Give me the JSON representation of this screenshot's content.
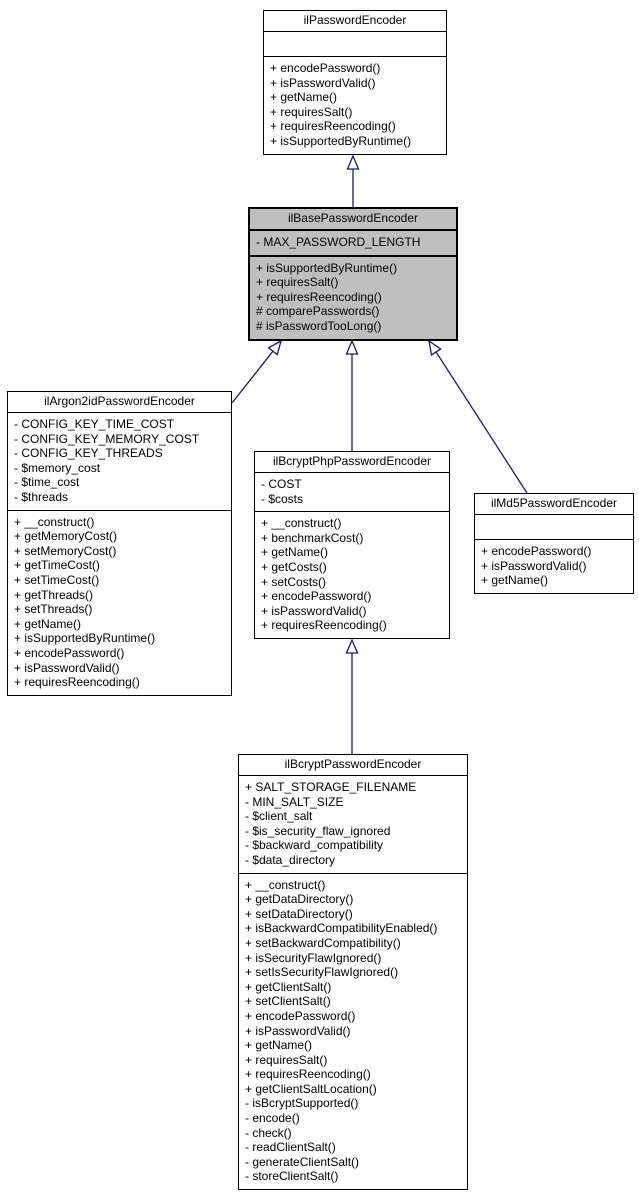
{
  "classes": [
    {
      "name": "ilPasswordEncoder",
      "highlighted": false,
      "attributes": [],
      "methods": [
        "+ encodePassword()",
        "+ isPasswordValid()",
        "+ getName()",
        "+ requiresSalt()",
        "+ requiresReencoding()",
        "+ isSupportedByRuntime()"
      ]
    },
    {
      "name": "ilBasePasswordEncoder",
      "highlighted": true,
      "attributes": [
        "- MAX_PASSWORD_LENGTH"
      ],
      "methods": [
        "+ isSupportedByRuntime()",
        "+ requiresSalt()",
        "+ requiresReencoding()",
        "# comparePasswords()",
        "# isPasswordTooLong()"
      ]
    },
    {
      "name": "ilArgon2idPasswordEncoder",
      "highlighted": false,
      "attributes": [
        "- CONFIG_KEY_TIME_COST",
        "- CONFIG_KEY_MEMORY_COST",
        "- CONFIG_KEY_THREADS",
        "- $memory_cost",
        "- $time_cost",
        "- $threads"
      ],
      "methods": [
        "+ __construct()",
        "+ getMemoryCost()",
        "+ setMemoryCost()",
        "+ getTimeCost()",
        "+ setTimeCost()",
        "+ getThreads()",
        "+ setThreads()",
        "+ getName()",
        "+ isSupportedByRuntime()",
        "+ encodePassword()",
        "+ isPasswordValid()",
        "+ requiresReencoding()"
      ]
    },
    {
      "name": "ilBcryptPhpPasswordEncoder",
      "highlighted": false,
      "attributes": [
        "- COST",
        "- $costs"
      ],
      "methods": [
        "+ __construct()",
        "+ benchmarkCost()",
        "+ getName()",
        "+ getCosts()",
        "+ setCosts()",
        "+ encodePassword()",
        "+ isPasswordValid()",
        "+ requiresReencoding()"
      ]
    },
    {
      "name": "ilMd5PasswordEncoder",
      "highlighted": false,
      "attributes": [],
      "methods": [
        "+ encodePassword()",
        "+ isPasswordValid()",
        "+ getName()"
      ]
    },
    {
      "name": "ilBcryptPasswordEncoder",
      "highlighted": false,
      "attributes": [
        "+ SALT_STORAGE_FILENAME",
        "- MIN_SALT_SIZE",
        "- $client_salt",
        "- $is_security_flaw_ignored",
        "- $backward_compatibility",
        "- $data_directory"
      ],
      "methods": [
        "+ __construct()",
        "+ getDataDirectory()",
        "+ setDataDirectory()",
        "+ isBackwardCompatibilityEnabled()",
        "+ setBackwardCompatibility()",
        "+ isSecurityFlawIgnored()",
        "+ setIsSecurityFlawIgnored()",
        "+ getClientSalt()",
        "+ setClientSalt()",
        "+ encodePassword()",
        "+ isPasswordValid()",
        "+ getName()",
        "+ requiresSalt()",
        "+ requiresReencoding()",
        "+ getClientSaltLocation()",
        "- isBcryptSupported()",
        "- encode()",
        "- check()",
        "- readClientSalt()",
        "- generateClientSalt()",
        "- storeClientSalt()"
      ]
    }
  ],
  "inheritance": [
    {
      "child": "ilBasePasswordEncoder",
      "parent": "ilPasswordEncoder"
    },
    {
      "child": "ilArgon2idPasswordEncoder",
      "parent": "ilBasePasswordEncoder"
    },
    {
      "child": "ilBcryptPhpPasswordEncoder",
      "parent": "ilBasePasswordEncoder"
    },
    {
      "child": "ilMd5PasswordEncoder",
      "parent": "ilBasePasswordEncoder"
    },
    {
      "child": "ilBcryptPasswordEncoder",
      "parent": "ilBcryptPhpPasswordEncoder"
    }
  ],
  "colors": {
    "node_fill": "#ffffff",
    "highlight_fill": "#bfbfbf",
    "border": "#000000",
    "arrow": "#191970"
  }
}
